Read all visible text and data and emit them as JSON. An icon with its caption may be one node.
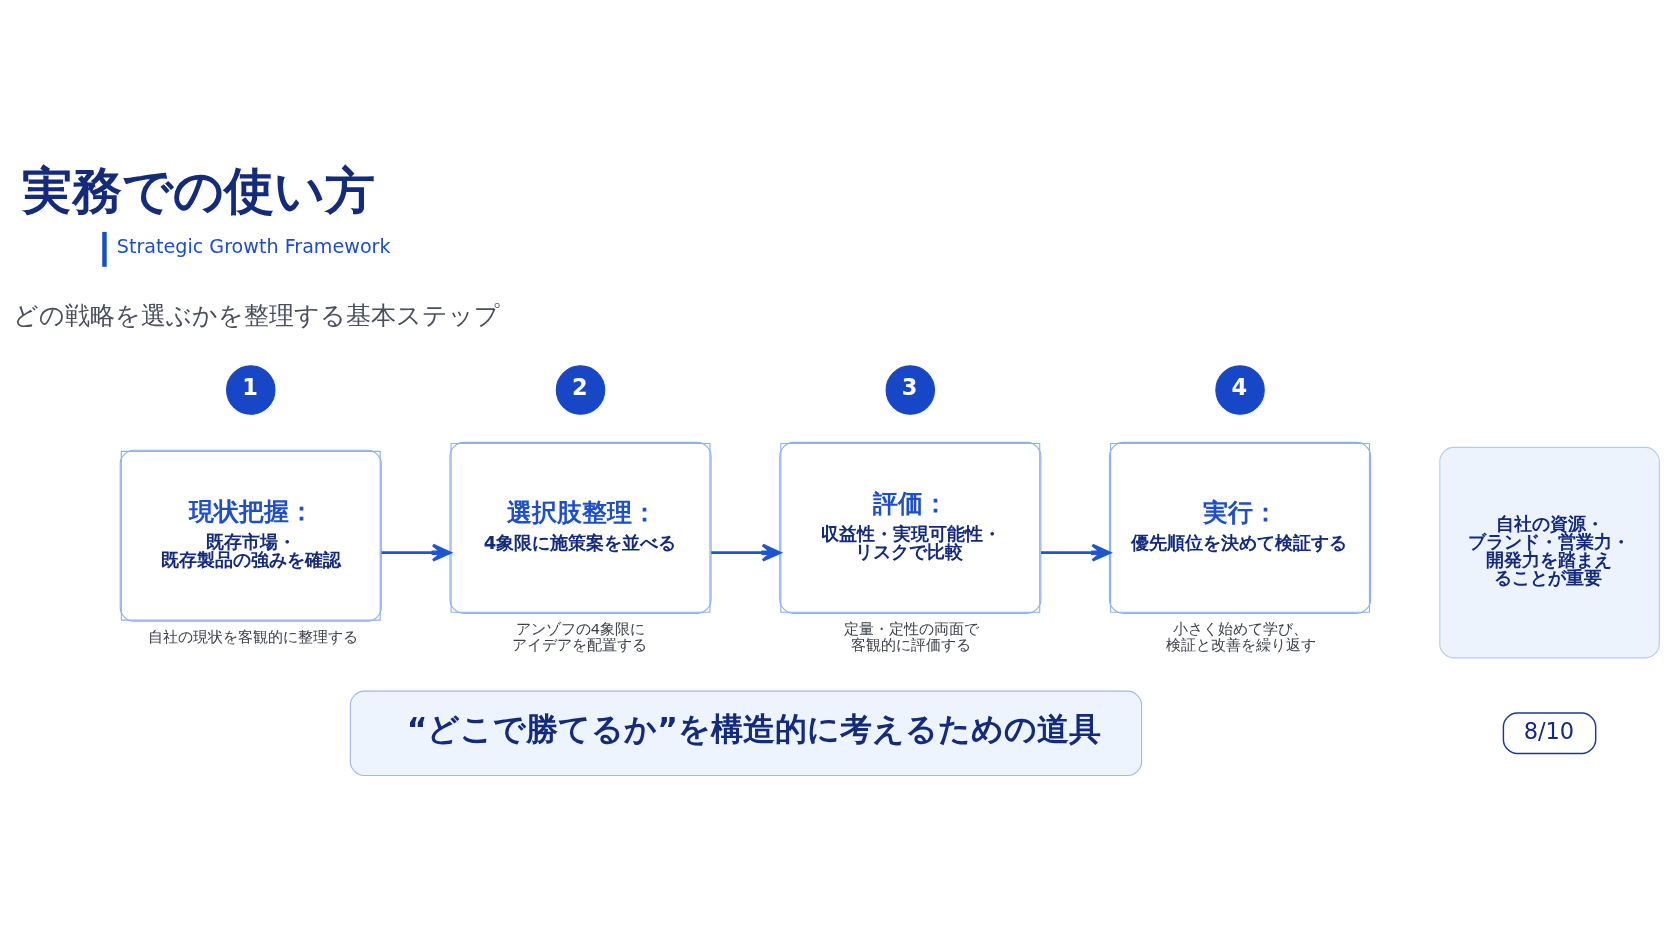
{
  "diagram": {
    "title": "実務での使い方",
    "nodes": [
      {
        "text": [
          "1"
        ]
      },
      {
        "text": [
          "現状把握：",
          "既存市場・既存製品の強みを確認"
        ],
        "beside": [
          "自社の現状を客観的に整理する"
        ]
      },
      {
        "text": [
          "2"
        ]
      },
      {
        "text": [
          "選択肢整理：",
          "4象限に施策案を並べる"
        ],
        "beside": [
          "アンゾフの4象限にアイデアを配置する"
        ]
      },
      {
        "text": [
          "3"
        ]
      },
      {
        "text": [
          "評価：",
          "収益性・実現可能性・リスクで比較"
        ],
        "beside": [
          "定量・定性の両面で客観的に評価する"
        ]
      },
      {
        "text": [
          "4"
        ]
      },
      {
        "text": [
          "実行：",
          "優先順位を決めて検証する"
        ],
        "beside": [
          "小さく始めて学び、検証と改善を繰り返す"
        ]
      },
      {
        "text": [
          "自社の資源・ブランド・営業力・開発力を踏まえることが重要"
        ]
      },
      {
        "text": [
          "“どこで勝てるか”を構造的に考えるための道具"
        ]
      },
      {
        "text": [
          "8/10"
        ]
      }
    ],
    "edges": [
      {
        "from": 1,
        "to": 3,
        "arrow": "to"
      },
      {
        "from": 3,
        "to": 5,
        "arrow": "to"
      },
      {
        "from": 5,
        "to": 7,
        "arrow": "to"
      }
    ],
    "labels": [
      "Strategic Growth Framework",
      "どの戦略を選ぶかを整理する基本ステップ"
    ]
  }
}
